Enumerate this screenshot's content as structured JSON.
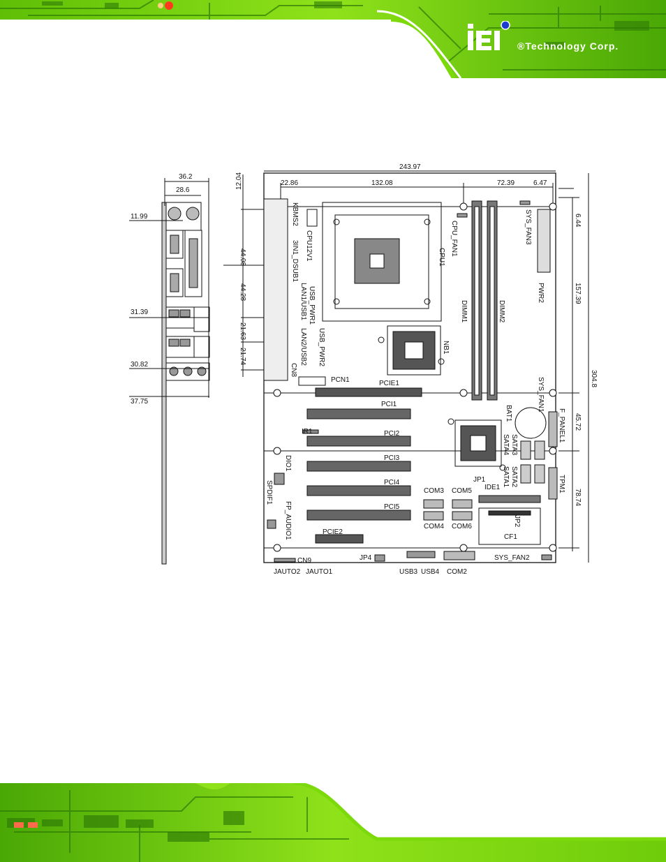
{
  "header": {
    "company_name": "®Technology Corp.",
    "logo_letters": "iEi"
  },
  "diagram": {
    "dims_top": [
      "36.2",
      "28.6",
      "243.97",
      "22.86",
      "132.08",
      "72.39",
      "6.47"
    ],
    "dims_left": [
      "11.99",
      "31.39",
      "30.82",
      "37.75",
      "12.04",
      "44.08",
      "44.28",
      "21.63",
      "21.74"
    ],
    "dims_right": [
      "6.44",
      "157.39",
      "304.8",
      "45.72",
      "78.74"
    ],
    "components": {
      "kbms2": "KBMS2",
      "cpu12v1": "CPU12V1",
      "cpu_fan1": "CPU_FAN1",
      "cpu1": "CPU1",
      "sys_fan3": "SYS_FAN3",
      "pwr2": "PWR2",
      "dimm1": "DIMM1",
      "dimm2": "DIMM2",
      "dsub": "3IN1_DSUB1",
      "usb_pwr1": "USB_PWR1",
      "lan1usb1": "LAN1/USB1",
      "lan2usb2": "LAN2/USB2",
      "usb_pwr2": "USB_PWR2",
      "cn8": "CN8",
      "nb1": "NB1",
      "sys_fan1": "SYS_FAN1",
      "f_panel1": "F_PANEL1",
      "bat1": "BAT1",
      "pcn1": "PCN1",
      "pcie1": "PCIE1",
      "pci1": "PCI1",
      "ir1": "IR1",
      "pci2": "PCI2",
      "sata3": "SATA3",
      "sata4": "SATA4",
      "sata2": "SATA2",
      "sata1": "SATA1",
      "dio1": "DIO1",
      "pci3": "PCI3",
      "tpm1": "TPM1",
      "jp1": "JP1",
      "ide1": "IDE1",
      "pci4": "PCI4",
      "com3": "COM3",
      "com5": "COM5",
      "spdif1": "SPDIF1",
      "pci5": "PCI5",
      "fp_audio1": "FP_AUDIO1",
      "com4": "COM4",
      "com6": "COM6",
      "jp2": "JP2",
      "cf1": "CF1",
      "pcie2": "PCIE2",
      "cn9": "CN9",
      "jp4": "JP4",
      "sys_fan2": "SYS_FAN2",
      "jauto2": "JAUTO2",
      "jauto1": "JAUTO1",
      "usb3": "USB3",
      "usb4": "USB4",
      "com2": "COM2"
    }
  },
  "colors": {
    "banner_green": "#7cd90a",
    "circuit_dark": "#1f5e06",
    "trace_light": "#b8f25a"
  }
}
